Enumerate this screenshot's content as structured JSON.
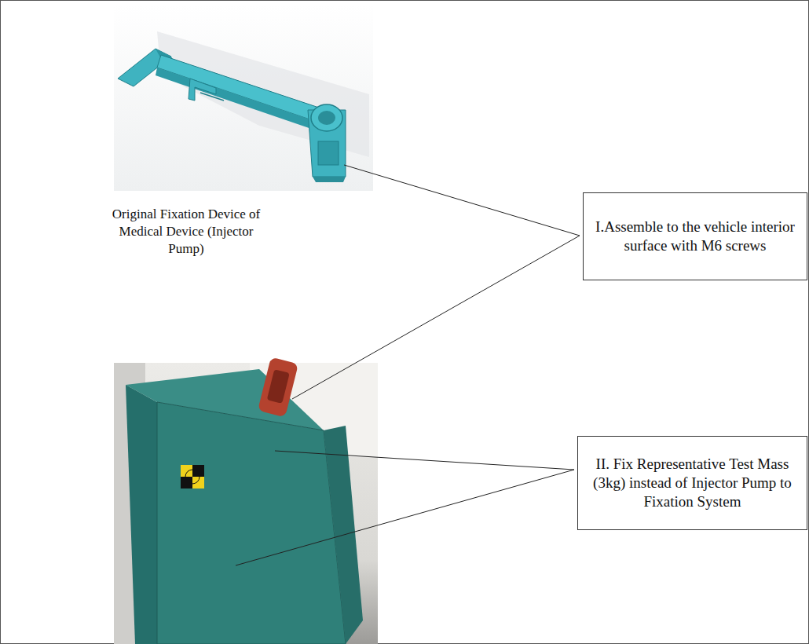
{
  "diagram": {
    "nodes": [
      {
        "text": [
          "I.Assemble to the vehicle interior surface with M6 screws"
        ]
      },
      {
        "text": [
          "II. Fix Representative Test Mass (3kg) instead of Injector Pump to Fixation System"
        ]
      }
    ],
    "labels": [
      "Original Fixation Device of Medical Device (Injector Pump)"
    ]
  }
}
